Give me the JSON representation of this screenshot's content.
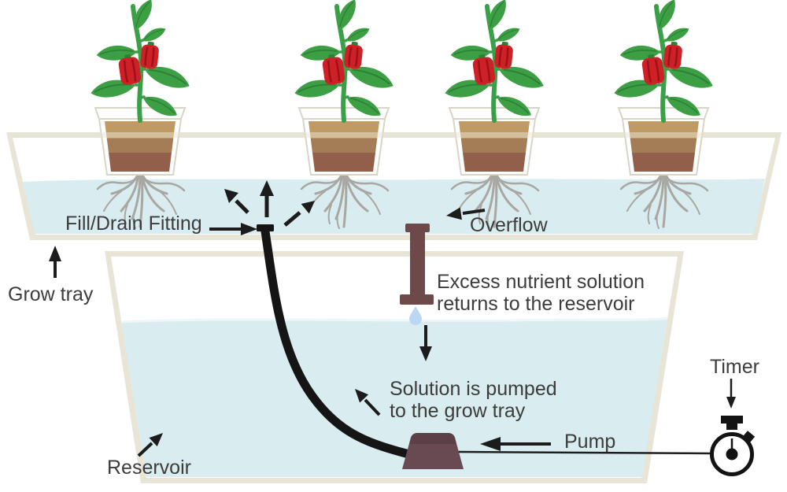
{
  "diagram": {
    "type": "ebb-and-flow hydroponic system",
    "labels": {
      "fill_drain": "Fill/Drain Fitting",
      "grow_tray": "Grow tray",
      "overflow": "Overflow",
      "excess_line1": "Excess nutrient solution",
      "excess_line2": "returns to the reservoir",
      "solution_line1": "Solution is pumped",
      "solution_line2": "to the grow tray",
      "reservoir": "Reservoir",
      "pump": "Pump",
      "timer": "Timer"
    },
    "plants": {
      "count": 4,
      "kind": "pepper plant in pot with exposed roots"
    },
    "components": [
      "grow tray",
      "reservoir",
      "fill/drain fitting",
      "overflow pipe",
      "drain tube",
      "pump",
      "power cord",
      "timer"
    ],
    "colors": {
      "water": "#d9ecf0",
      "tray_wall": "#e9e5d6",
      "soil_top": "#bf9a62",
      "soil_mid": "#a47c55",
      "soil_bottom": "#925f4a",
      "leaf": "#3c9f44",
      "leaf_vein": "#2e8038",
      "pepper": "#ce2027",
      "pepper_shade": "#9d1119",
      "stem": "#3aa047",
      "roots": "#a8a7a2",
      "overflow_pipe": "#6d4949",
      "pump_body": "#694a52",
      "droplet": "#bcd7f2",
      "text": "#3c3c3c",
      "line": "#1c1c1c"
    }
  }
}
